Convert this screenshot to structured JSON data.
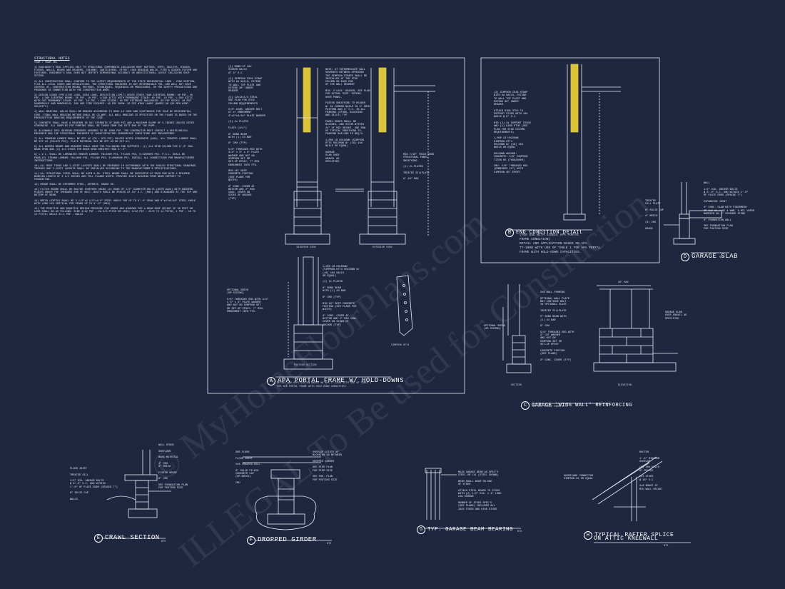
{
  "watermark": {
    "line1": "© MyHomeFloorPlans.com",
    "line2": "ILLEGAL To Be used for Construction"
  },
  "structural_notes": {
    "title": "STRUCTURAL NOTES",
    "code_line": "YEAR / YEAR IRC",
    "paragraphs": [
      "1) ENGINEER'S SEAL APPLIES ONLY TO STRUCTURAL COMPONENTS INCLUDING ROOF RAFTERS, HIPS, VALLEYS, RIDGES, FLOORS, WALLS, BEAMS AND HEADERS, COLUMNS, CANTILEVERS, OFFSET LOAD BEARING WALLS, PIER & GIRDER SYSTEM AND FOOTINGS. ENGINEER'S SEAL DOES NOT CERTIFY DIMENSIONAL ACCURACY OR ARCHITECTURAL LAYOUT INCLUDING ROOF SYSTEM.",
      "2) ALL CONSTRUCTION SHALL CONFORM TO THE LATEST REQUIREMENTS OF THE STATE RESIDENTIAL CODE - YEAR EDITION, PLUS ALL LOCAL CODES AND REGULATIONS. THE STRUCTURAL ENGINEER IS NOT RESPONSIBLE FOR, AND WILL NOT HAVE CONTROL OF, CONSTRUCTION MEANS, METHODS, TECHNIQUES, SEQUENCES OR PROCEDURES, OR FOR SAFETY PRECAUTIONS AND PROGRAMS IN CONNECTION WITH THE CONSTRUCTION WORK.",
      "3) DESIGN LOADS (PSF/LIVE LOAD, DEAD LOAD, DEFLECTION LIMIT) ROOFS OTHER THAN SLEEPING ROOMS: 40 PSF, 10 PSF, L/360 SLEEPING ROOMS: 30 PSF, 10 PSF, L/360 ATTIC WITH PERMANENT STAIR: 40 PSF, 10 PSF, L/360 ATTIC WITH OUT PERMANENT STAIR: 20 PSF, 10 PSF, L/360 STAIRS: 40 PSF EXTERIOR BALCONIES: 60 PSF DECKS: 40 PSF GUARDRAILS AND HANDRAILS: 200 LBS FIRE ESCAPES: 40 PSF SNOW: 20 PSF WIND LOADS (BASED ON 120 MPH WIND VELOCITY)",
      "4) WALL BRACING: WALLS SHALL BE BRACED ACCORDING TO R602.10 CODE AND CONTINUOUS FOR YEAR NC RESIDENTIAL CODE. FINAL WALL BRACING METHOD SHALL BE CS-WSP, ALL WALL BRACING IS SPECIFIED ON THE PLANS IS BASED ON THE PRESCRIPTIVE BRACING REQUIREMENTS OF THE CODE.",
      "5) CONCRETE SHALL HAVE A MINIMUM 28 DAY STRENGTH OF 3000 PSI AND A MAXIMUM SLUMP OF 5 INCHES UNLESS NOTED OTHERWISE. ALL SAMPLES FOR PUMPING SHALL BE TAKEN FROM THE EXIT END OF THE PUMP.",
      "6) ALLOWABLE SOIL BEARING PRESSURE ASSUMED TO BE 2000 PSF. THE CONTRACTOR MUST CONTACT A GEOTECHNICAL ENGINEER AND THE STRUCTURAL ENGINEER IF UNSATISFACTORY SUBSURFACE CONDITIONS ARE ENCOUNTERED.",
      "7) ALL FRAMING LUMBER SHALL BE SPF #2 (FB = 875 PSI) UNLESS NOTED OTHERWISE (UNO). ALL TREATED LUMBER SHALL BE SYP #2 (FB=975 PSI). PLATE MATERIAL MAY BE SPF #3 OR SYP #3.",
      "8) ALL WOODEN BEAMS AND HEADERS SHALL HAVE THE FOLLOWING END SUPPORTS: (1) 2x4 STUD COLUMN FOR 6'-0\" MAX. BEAM SPAN AND (2) 2x4 STUDS FOR BEAM SPAN GREATER THAN 6'-0\".",
      "9) L.V.L. SHALL BE LAMINATED VENEER LUMBER: FB=2600 PSI, FV=285 PSI, E=1900000 PSI. P.S.L. SHALL BE PARALLEL STRAND LUMBER: FB=2900 PSI, FV=290 PSI, E=2000000 PSI. INSTALL ALL CONNECTIONS PER MANUFACTURERS INSTRUCTIONS.",
      "10) ALL ROOF TRUSS AND I-JOIST LAYOUTS SHALL BE PREPARED IN ACCORDANCE WITH THE SEALED STRUCTURAL DRAWINGS. TRUSSES AND I-JOIST LAYOUTS SHALL BE INSTALLED ACCORDING TO THE MANUFACTURER'S SPECIFICATIONS.",
      "11) ALL STRUCTURAL STEEL SHALL BE ASTM A-36. STEEL BEAMS SHALL BE SUPPORTED AT EACH END WITH A MINIMUM BEARING LENGTH OF 3 1/2 INCHES AND FULL FLANGE WIDTH. PROVIDE SOLID BEARING FROM BEAM SUPPORT TO FOUNDATION.",
      "12) REBAR SHALL BE DEFORMED STEEL, ASTM615, GRADE 60.",
      "13) FLITCH BEAMS SHALL BE BOLTED TOGETHER USING (2) ROWS OF 1/2\" DIAMETER BOLTS (ASTM A325) WITH WASHERS PLACED UNDER THE THREADED END OF BOLT. BOLTS SHALL BE SPACED AT 24\" O.C. (MAX) AND STAGGERED AT THE TOP AND BOTTOM OF BEAM.",
      "14) BRICK LINTELS SHALL BE 3 1/2\"x3 1/2\"x1/4\" STEEL ANGLE FOR UP TO 6'-0\" SPAN AND 6\"x4\"x5/16\" STEEL ANGLE WITH LONG LEG VERTICAL FOR SPANS UP TO 9'-0\" (MAX).",
      "15) THE POSITIVE AND NEGATIVE DESIGN PRESSURE FOR DOORS AND WINDOWS FOR A MEAN ROOF HEIGHT OF 30 FEET OR LESS SHALL BE AS FOLLOWS: SIDE 4/12 PSF - 22.5/0 PITCH OR LESS; 3/12 PSF - 22/0 TO 12 PITCH; 1 PSF - 10 TO 12 PITCH; WALLS 24.1 PSF - WALLS"
    ]
  },
  "details": {
    "a": {
      "letter": "A",
      "title": "APA PORTAL FRAME W/ HOLD-DOWNS",
      "sub1": "DETAIL AND APPLICATION BASED ON APA TT-100B WITH USE OF TABLE 1",
      "sub2": "FOR APA PORTAL FRAME WITH HOLD-DOWN CAPACITIES",
      "view1": "INTERIOR VIEW",
      "view2": "EXTERIOR VIEW",
      "footing": "FOOTING SECTION",
      "simpson": "SIMPSON HTT4"
    },
    "b": {
      "letter": "B",
      "title": "END CONDITION DETAIL",
      "sub1": "(FOR USE WITH SINGLE APA PORTAL",
      "sub2": "FRAME CONDITION)",
      "sub3": "DETAIL AND APPLICATION BASED ON APA",
      "sub4": "TT-100B WITH USE OF TABLE 1 FOR APA PORTAL",
      "sub5": "FRAME WITH HOLD-DOWN CAPACITIES."
    },
    "c": {
      "letter": "C",
      "title": "GARAGE 'WING WALL' REINFORCING",
      "sub": "PER IRC FIGURE R602.10.1",
      "section": "SECTION",
      "elevation": "ELEVATION",
      "dim": "48\" MAX"
    },
    "d": {
      "letter": "D",
      "title": "GARAGE SLAB",
      "sub": "NTS"
    },
    "e": {
      "letter": "E",
      "title": "CRAWL SECTION",
      "sub": "NTS"
    },
    "f": {
      "letter": "F",
      "title": "DROPPED GIRDER",
      "sub": "NTS"
    },
    "g": {
      "letter": "G",
      "title": "TYP. GARAGE BEAM BEARING",
      "sub": "NTS"
    },
    "h": {
      "letter": "H",
      "title": "TYPICAL RAFTER SPLICE",
      "title2": "ON ATTIC KNEEWALL",
      "sub": "NTS"
    }
  },
  "callouts": {
    "a_left": "(2) ROWS OF 16d\nSINKER NAILS\nAT 3\" O.C.\n\n(2) SIMPSON CS16 STRAP\nWITH 8d NAILS, EXTEND\nTO WALL TOP PLATE AND\nEXTEND 36\" UNDER\nHEADER\n\n(2) 12x12x1/4 STEEL\nSEE PLAN FOR STUD\nCOLUMN REQUIREMENTS\n\n5/8\" DIAM. ANCHOR BOLT\nAT 4\" EMBEDMENT\n2\"x2\"x3/16\" PLATE WASHER\n\n(2) 2x PLATES\n\nPLATE (3/4\")\n\n8\" BOND BEAM\nWITH (1) #4 BAR\n\n8\" CMU (TYP)\n\n5/8\" THREADED ROD WITH\n3/4\" x 3\" x 3\" PLATE\nWASHER AND NUT ON\nSIMPSON SET OR\nSET-XP EPOXY, 7\" MIN\nEMBEDMENT INTO FTG.\n\nMIN 16\" DEEP\nCONCRETE FOOTING\n(SEE PLANS FOR\nWIDTH)\n\n3\" CONC. COVER AT\nBOTTOM AND 2\" MIN\nCONC. COVER ON\nSIDES OF ANCHOR\n(TYP)",
    "a_mid": "NOTE: AT INTERMEDIATE WALL\nSEGMENTS BETWEEN OPENINGS\nTHE SIMPSON STRAPS SHALL BE\nINSTALLED AT THE STUD\nCOLUMN ON EACH END\nOF THE WALL SEGMENT\n\nMIN. 2'x101' HEADER, SEE PLAN\nFOR ACTUAL SIZE. EXTEND\nOVER PANEL.\n\nFASTEN SHEATHING TO HEADER\nW/ 8d COMMON NAILS IN 3' GRID\nPATTERN AND 3' O.C. IN ALL\nFRAMING (STUDS, BLOCKING\nAND SILLS) TYP.\n\nPANEL EDGES SHALL BE\nBLOCKED, AND OCCUR WITHIN\n24\" OF MID HEIGHT. ONE ROW\nOF TYPICAL SHEATHING-TO-\nFRAMING NAILING IS REQ'D.\n\n1,000 LB HOLDOWN (SIMPSON\nHTT4 HOLDOWN W/ (18) 16d\nNAILS OR EQUAL)\n\nGARAGE\nSLAB OVER\nGRAVEL AS\nSPECIFIED",
    "a_right": "MIN 7/16\" THICK WOOD\nSTRUCTURAL PANEL\nSHEATHING\n\n(1) 2x PLATES\n\nTREATED SILLPLATE\n\n6'-10\" MAX",
    "a_lower": "1,000 LB HOLDOWN\n(SIMPSON HTT4 HOLDOWN W/\n(18) 16d NAILS\nOR EQUAL)\n\n(2) 2x PLATES\n\n8\" BOND BEAM\nWITH (1) #4 BAR\n\n8\" CMU (TYP)\n\nMIN 16\" DEEP CONCRETE\nFOOTING (SEE PLANS FOR\nWIDTH)\n\n3\" CONC. COVER AT\nBOTTOM AND 2\" MIN CONC.\nCOVER ON SIDES OF\nANCHOR (TYP)",
    "a_lower_left": "OPTIONAL BRICK\n(OR SIDING)\n\n5/8\" THREADED ROD WITH 3/4\"\nx 3\" x 3\" PLATE WASHER\nAND NUT ON SIMPSON SET\nOR SET-XP EPOXY, 7\" MIN.\nEMBEDMENT INTO FTG.",
    "b_left": "(2) SIMPSON CS16 STRAP\nWITH 8d NAILS, EXTEND\nTO WALL TOP PLATE AND\nEXTEND 36\" UNDER\nHEADER.\n\nATTACH KING STUD TO\nSUPPORT STUDS WITH 10d\nNAILS @ 6\" O.C.\n\nMIN (2) 2x SUPPORT STUDS\nAND (1) KING STUD (SEE\nPLAN FOR STUD COLUMN\nREQUIREMENTS)\n\n1,000 LB HOLDOWN\nSIMPSON HTT4\nHOLDOWN W/ (18) 16d\nNAILS OR EQUAL\n\nHOLDOWN ANCHOR:\nCONCRETE: 5/8\" SIMPSON\nTITEN HD (THD62600H)\n\nCMU: 5/8\" THREADED ROD\n(EMBEDDED 12\") WITH\nSIMPSON SET EPOXY.",
    "c_left": "OPTIONAL BRICK\n(OR SIDING)",
    "c_mid": "2x6 WALL FRAMING\n\nOPTIONAL WALL PLATE\nMAY CONTINUE BOLT\nIN OPTIONAL PLATE\n\nTREATED SILLPLATE\n\n5\" BOND BEAM WITH\n(1) #4 BAR\n\n8\" CMU\n\n5/8\" THREADED ROD WITH\n3\" CUT WASHER\nAND NUT ON\nSIMPSON SET OR\nSET-XP EPOXY\n\nCONCRETE FOOTING\n(SEE PLANS)\n\n3\" CONC. COVER (TYP)",
    "c_right": "GARAGE SLAB\nOVER GRAVEL AS\nSPECIFIED",
    "d_left": "TREATED\nSILL PLATE\n\n8\" SOLID CAP\n\n4\" BRICK\n\n(8) CMU\n\nGRADE",
    "d_right": "WALL\n\n1/2\" DIA. ANCHOR BOLTS\n@ 6'-0\" O.C. AND WITHIN 1'-0\"\nOF PLATE ENDS (SPACED 7\")\n\nEXPANSION JOINT\n\n4\" CONC. SLAB WITH FIBERMESH\nOR 6x6 W1.4xW1.4 WWM, 6 MIL VAPOR\nBARRIER ON 4\" CRUSHED STONE\n\n8\" FOUNDATION WALL\n\nSEE FOUNDATION PLAN\nFOR FOOTING SIZE",
    "e_left": "FLOOR JOIST\n\nTREATED SILL\n\n1/2\" DIA. ANCHOR BOLTS\n@ 6'-0\" O.C. AND WITHIN\n1'-0\" OF PLATE ENDS (SPACED 7\")\n\n8\" SOLID CAP\n\nWALLS",
    "e_right": "WALL STUDS\n\nSUBFLOOR\n\nBAND MATERIAL\n\n4\" CMU\n8\" BRICK\n\nFINISH GRADE\n\n8\" CMU\n\nSEE FOUNDATION PLAN\nFOR FOOTING SIZE",
    "f_left": "SUB FLOOR\n\nFLOOR JOIST\n\n2x6 TREATED SILL\n\n8\" SOLID FILLED\nCONCRETE CAP\n(OR BRICK)\n\nCMU",
    "f_right": "OVERLAP JOISTS W/\nBLOCKING IN BETWEEN\n\nDROPPED GIRDER\n\nSEE PIER PLAN\nFOR PIER SIZE\n\nSEE FND. PLAN\nFOR FOOTING SIZE",
    "g_right": "MAIN GARAGE BEAM AS SPEC'D\nSTEEL OR LVL (STEEL SHOWN)\n\nBEAM SHALL BEAR ON END\nOF STUDS\n\nATTACH STEEL BEAMS TO STUDS\nWITH (2) 1/2\" DIA. x 4\" LONG\nLAG SCREWS\n\nNUMBER OF STUDS SPEC'D\n(SEE PLANS) INCLUDES ALL\nJACK STUDS AND KING STUDS",
    "h_left": "HURRICANE CONNECTOR\nSIMPSON H1 OR EQUAL",
    "h_right": "RAFTER\n\n1'-6\" MINIMUM\nOVERLAP\n\n(5) 10d NAILS\nAT SPLICE\n\n2x4 STUDS\n@ 16\" O.C.\n\n2x6 BRACE AT\nMID WALL HEIGHT"
  }
}
